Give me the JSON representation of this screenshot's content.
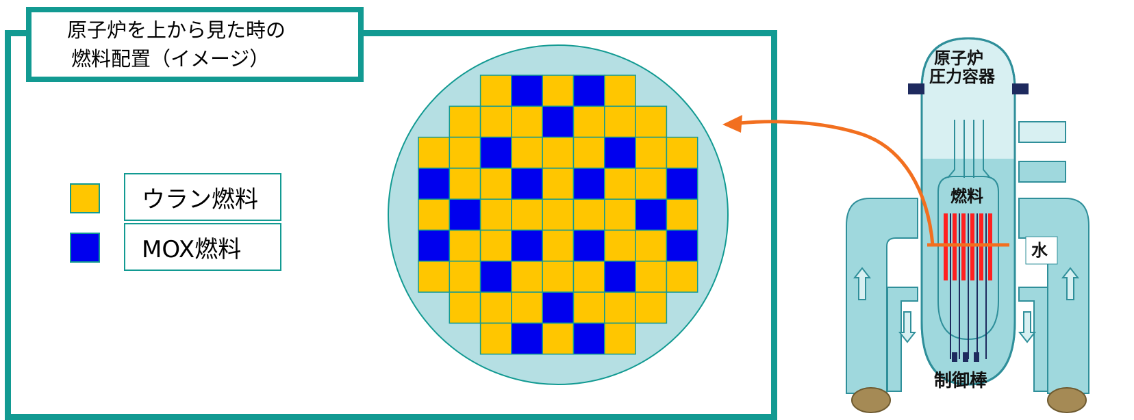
{
  "title": {
    "line1": "原子炉を上から見た時の",
    "line2": "燃料配置（イメージ）"
  },
  "legend": [
    {
      "label": "ウラン燃料",
      "color": "#ffc600"
    },
    {
      "label": "MOX燃料",
      "color": "#0000ee"
    }
  ],
  "core_layout": [
    "..UBUBU..",
    ".UUUBUUU.",
    "UUBUUUBUU",
    "BUUBUBUUB",
    "UBUUUUUBU",
    "BUUBUBUUB",
    "UUBUUUBUU",
    ".UUUBUUU.",
    "..UBUBU.."
  ],
  "colors": {
    "frame": "#129a92",
    "uranium": "#ffc600",
    "mox": "#0000ee",
    "core_bg": "#b5dfe3",
    "arrow": "#f26f1f",
    "fuel_rod": "#ff2020",
    "water": "#9fd8dd",
    "vessel_top": "#d8f0f2",
    "vessel_outline": "#2f8f9a"
  },
  "reactor": {
    "vessel_label_1": "原子炉",
    "vessel_label_2": "圧力容器",
    "fuel_label": "燃料",
    "water_label": "水",
    "control_rod_label": "制御棒"
  }
}
